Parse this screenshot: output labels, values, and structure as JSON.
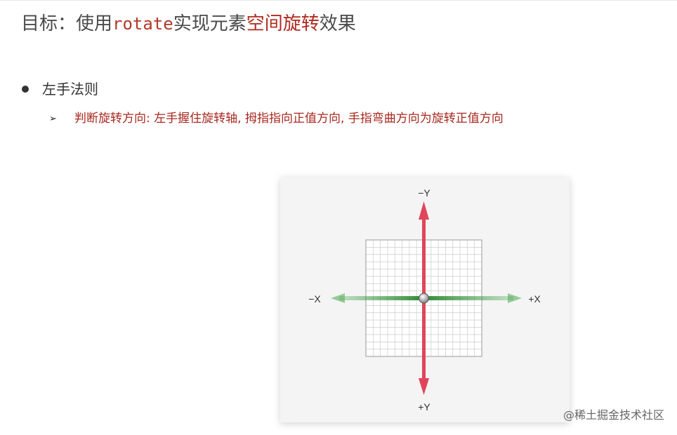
{
  "title": {
    "prefix": "目标：使用",
    "code": "rotate",
    "middle": "实现元素",
    "highlight": "空间旋转",
    "suffix": "效果"
  },
  "bullet": {
    "label": "左手法则",
    "sub_marker": "➢",
    "sub_text": "判断旋转方向: 左手握住旋转轴, 拇指指向正值方向, 手指弯曲方向为旋转正值方向"
  },
  "diagram": {
    "labels": {
      "neg_y": "−Y",
      "pos_y": "+Y",
      "neg_x": "−X",
      "pos_x": "+X"
    },
    "colors": {
      "y_axis": "#e0455a",
      "x_axis": "#3aa040",
      "grid": "#cccccc"
    }
  },
  "watermark": "@稀土掘金技术社区"
}
